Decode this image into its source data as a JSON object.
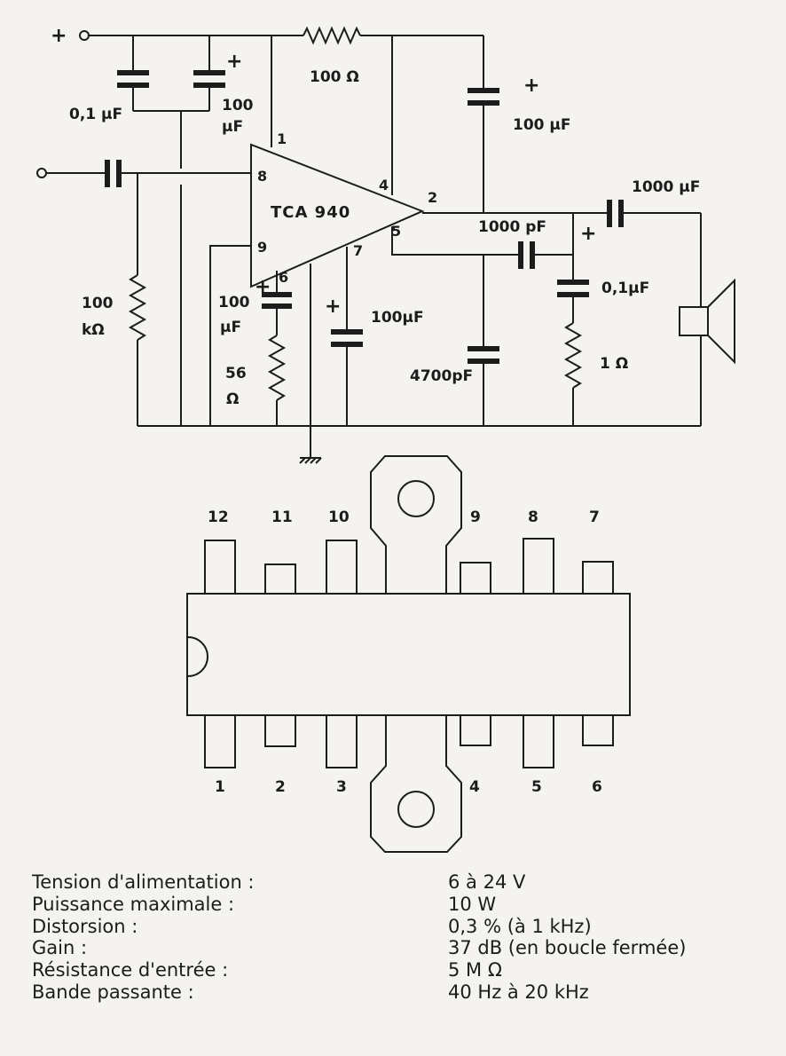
{
  "schematic": {
    "ic_name": "TCA 940",
    "pins": {
      "p1": "1",
      "p2": "2",
      "p4": "4",
      "p5": "5",
      "p6": "6",
      "p7": "7",
      "p8": "8",
      "p9": "9"
    },
    "components": {
      "r_100": "100 Ω",
      "c_100uf_top": "100 µF",
      "c_01uf_left": "0,1 µF",
      "c_100uf_left_a": "100",
      "c_100uf_left_b": "µF",
      "r_100k_a": "100",
      "r_100k_b": "kΩ",
      "c_100uf_p6_a": "100",
      "c_100uf_p6_b": "µF",
      "r_56_a": "56",
      "r_56_b": "Ω",
      "c_100uf_p7": "100µF",
      "c_1000pf": "1000 pF",
      "c_4700pf": "4700pF",
      "c_01uf_right": "0,1µF",
      "r_1": "1 Ω",
      "c_1000uf": "1000 µF"
    },
    "plus_sign": "+"
  },
  "package": {
    "top_pins": [
      "12",
      "11",
      "10",
      "9",
      "8",
      "7"
    ],
    "bottom_pins": [
      "1",
      "2",
      "3",
      "4",
      "5",
      "6"
    ]
  },
  "specs": [
    {
      "label": "Tension d'alimentation :",
      "value": "6 à 24 V"
    },
    {
      "label": "Puissance maximale :",
      "value": "10 W"
    },
    {
      "label": "Distorsion :",
      "value": "0,3 % (à 1 kHz)"
    },
    {
      "label": "Gain :",
      "value": "37 dB (en boucle fermée)"
    },
    {
      "label": "Résistance d'entrée :",
      "value": "5 M Ω"
    },
    {
      "label": "Bande passante :",
      "value": "40 Hz à 20 kHz"
    }
  ]
}
